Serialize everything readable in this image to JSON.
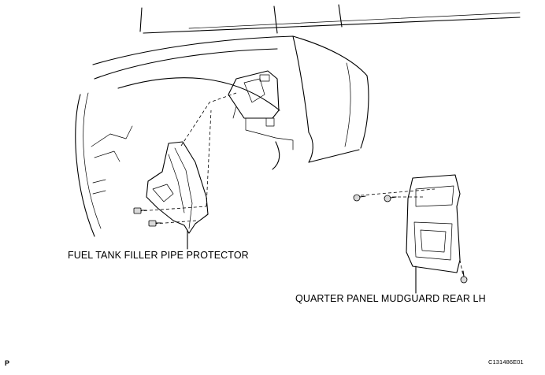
{
  "labels": {
    "fuel_tank_filler_pipe_protector": "FUEL TANK FILLER PIPE PROTECTOR",
    "quarter_panel_mudguard_rear_lh": "QUARTER PANEL MUDGUARD REAR LH",
    "page_marker": "P",
    "figure_code": "C131486E01"
  }
}
